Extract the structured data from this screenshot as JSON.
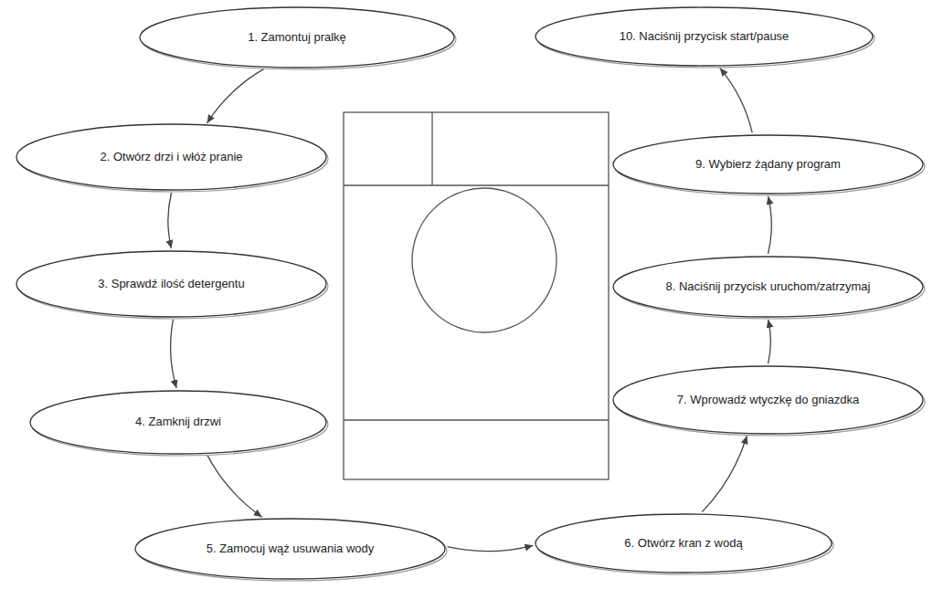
{
  "diagram": {
    "nodes": [
      {
        "text": [
          "1. Zamontuj pralkę"
        ]
      },
      {
        "text": [
          "2. Otwórz drzi i włóż pranie"
        ]
      },
      {
        "text": [
          "3. Sprawdź ilość detergentu"
        ]
      },
      {
        "text": [
          "4. Zamknij drzwi"
        ]
      },
      {
        "text": [
          "5. Zamocuj wąż usuwania wody"
        ]
      },
      {
        "text": [
          "6. Otwórz kran z wodą"
        ]
      },
      {
        "text": [
          "7. Wprowadź wtyczkę do gniazdka"
        ]
      },
      {
        "text": [
          "8. Naciśnij przycisk uruchom/zatrzymaj"
        ]
      },
      {
        "text": [
          "9. Wybierz żądany program"
        ]
      },
      {
        "text": [
          "10. Naciśnij przycisk start/pause"
        ]
      }
    ],
    "edges": [
      {
        "from": 0,
        "to": 1,
        "arrow": "to"
      },
      {
        "from": 1,
        "to": 2,
        "arrow": "to"
      },
      {
        "from": 2,
        "to": 3,
        "arrow": "to"
      },
      {
        "from": 3,
        "to": 4,
        "arrow": "to"
      },
      {
        "from": 4,
        "to": 5,
        "arrow": "to"
      },
      {
        "from": 5,
        "to": 6,
        "arrow": "to"
      },
      {
        "from": 6,
        "to": 7,
        "arrow": "to"
      },
      {
        "from": 7,
        "to": 8,
        "arrow": "to"
      },
      {
        "from": 8,
        "to": 9,
        "arrow": "to"
      }
    ]
  }
}
